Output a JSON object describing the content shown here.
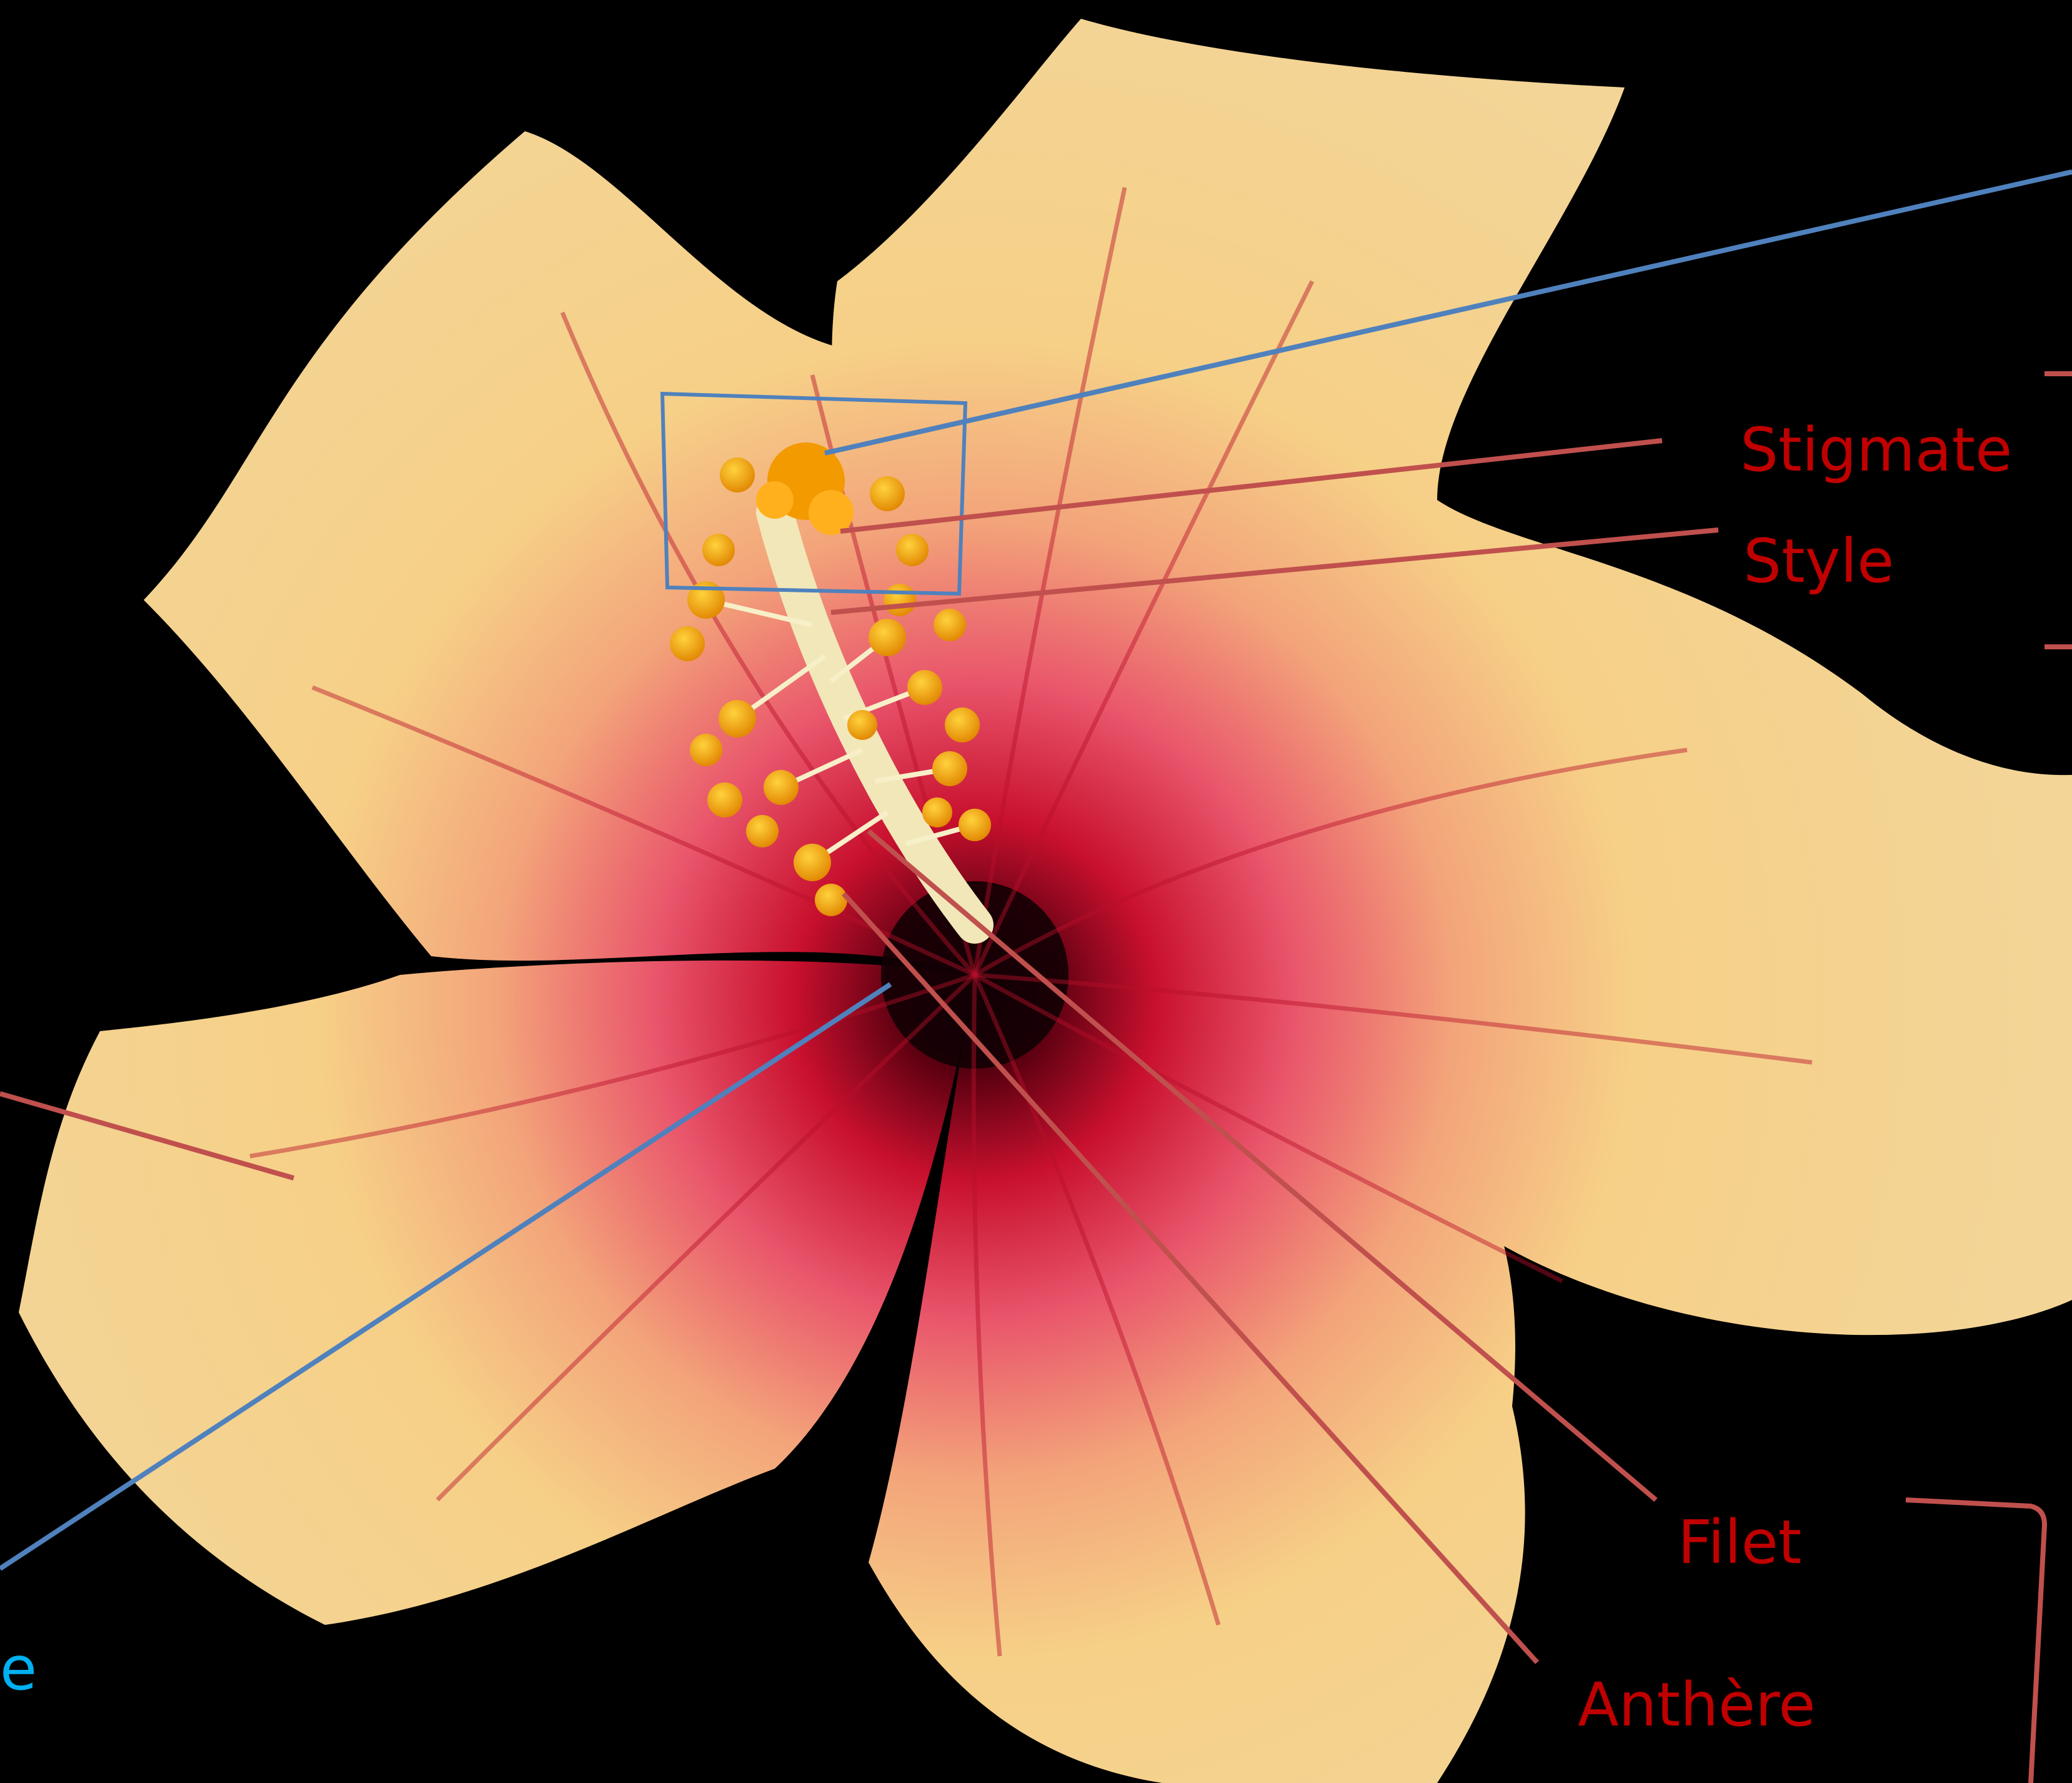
{
  "diagram": {
    "labels": {
      "stigmate": "Stigmate",
      "style": "Style",
      "filet": "Filet",
      "anthere": "Anthère",
      "partial_blue": "e"
    },
    "colors": {
      "background": "#000000",
      "label_red": "#c00000",
      "label_blue": "#00b0f0",
      "line_red": "#c0504d",
      "line_blue": "#4f81bd",
      "petal_light": "#f6d087",
      "petal_red": "#c8102e",
      "center_dark": "#1a0005",
      "pollen": "#f4a20a"
    },
    "subject": "hibiscus-flower"
  }
}
